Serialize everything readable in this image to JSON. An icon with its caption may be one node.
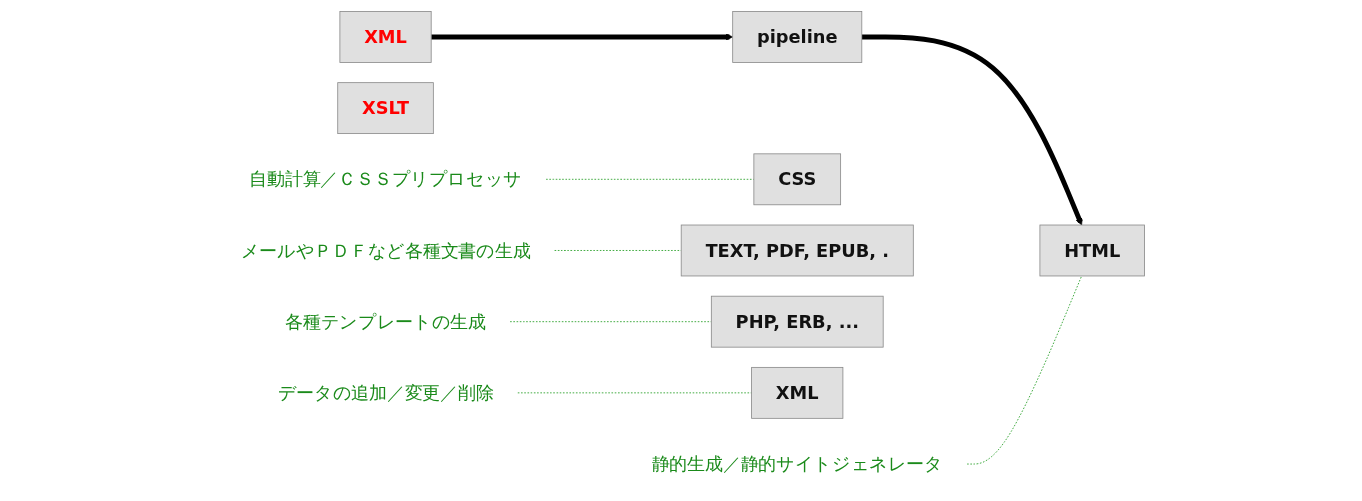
{
  "diagram": {
    "nodes": [
      {
        "text": [
          "XML"
        ]
      },
      {
        "text": [
          "XSLT"
        ]
      },
      {
        "text": [
          "pipeline"
        ]
      },
      {
        "text": [
          "HTML"
        ]
      },
      {
        "text": [
          "CSS"
        ]
      },
      {
        "text": [
          "TEXT, PDF, EPUB, ."
        ]
      },
      {
        "text": [
          "PHP, ERB, ..."
        ]
      },
      {
        "text": [
          "XML"
        ]
      },
      {
        "text": [
          "静的生成／静的サイトジェネレータ"
        ]
      },
      {
        "text": [
          "自動計算／ＣＳＳプリプロセッサ"
        ]
      },
      {
        "text": [
          "メールやＰＤＦなど各種文書の生成"
        ]
      },
      {
        "text": [
          "各種テンプレートの生成"
        ]
      },
      {
        "text": [
          "データの追加／変更／削除"
        ]
      }
    ],
    "edges": [
      {
        "from": 0,
        "to": 2,
        "arrow": "to",
        "style": "thick",
        "color": "#000000"
      },
      {
        "from": 2,
        "to": 3,
        "arrow": "to",
        "style": "thick",
        "color": "#000000"
      },
      {
        "from": 8,
        "to": 3,
        "arrow": "none",
        "style": "dashed",
        "color": "#1a9a1a"
      },
      {
        "from": 9,
        "to": 4,
        "arrow": "none",
        "style": "dashed",
        "color": "#1a9a1a"
      },
      {
        "from": 10,
        "to": 5,
        "arrow": "none",
        "style": "dashed",
        "color": "#1a9a1a"
      },
      {
        "from": 11,
        "to": 6,
        "arrow": "none",
        "style": "dashed",
        "color": "#1a9a1a"
      },
      {
        "from": 12,
        "to": 7,
        "arrow": "none",
        "style": "dashed",
        "color": "#1a9a1a"
      }
    ]
  }
}
